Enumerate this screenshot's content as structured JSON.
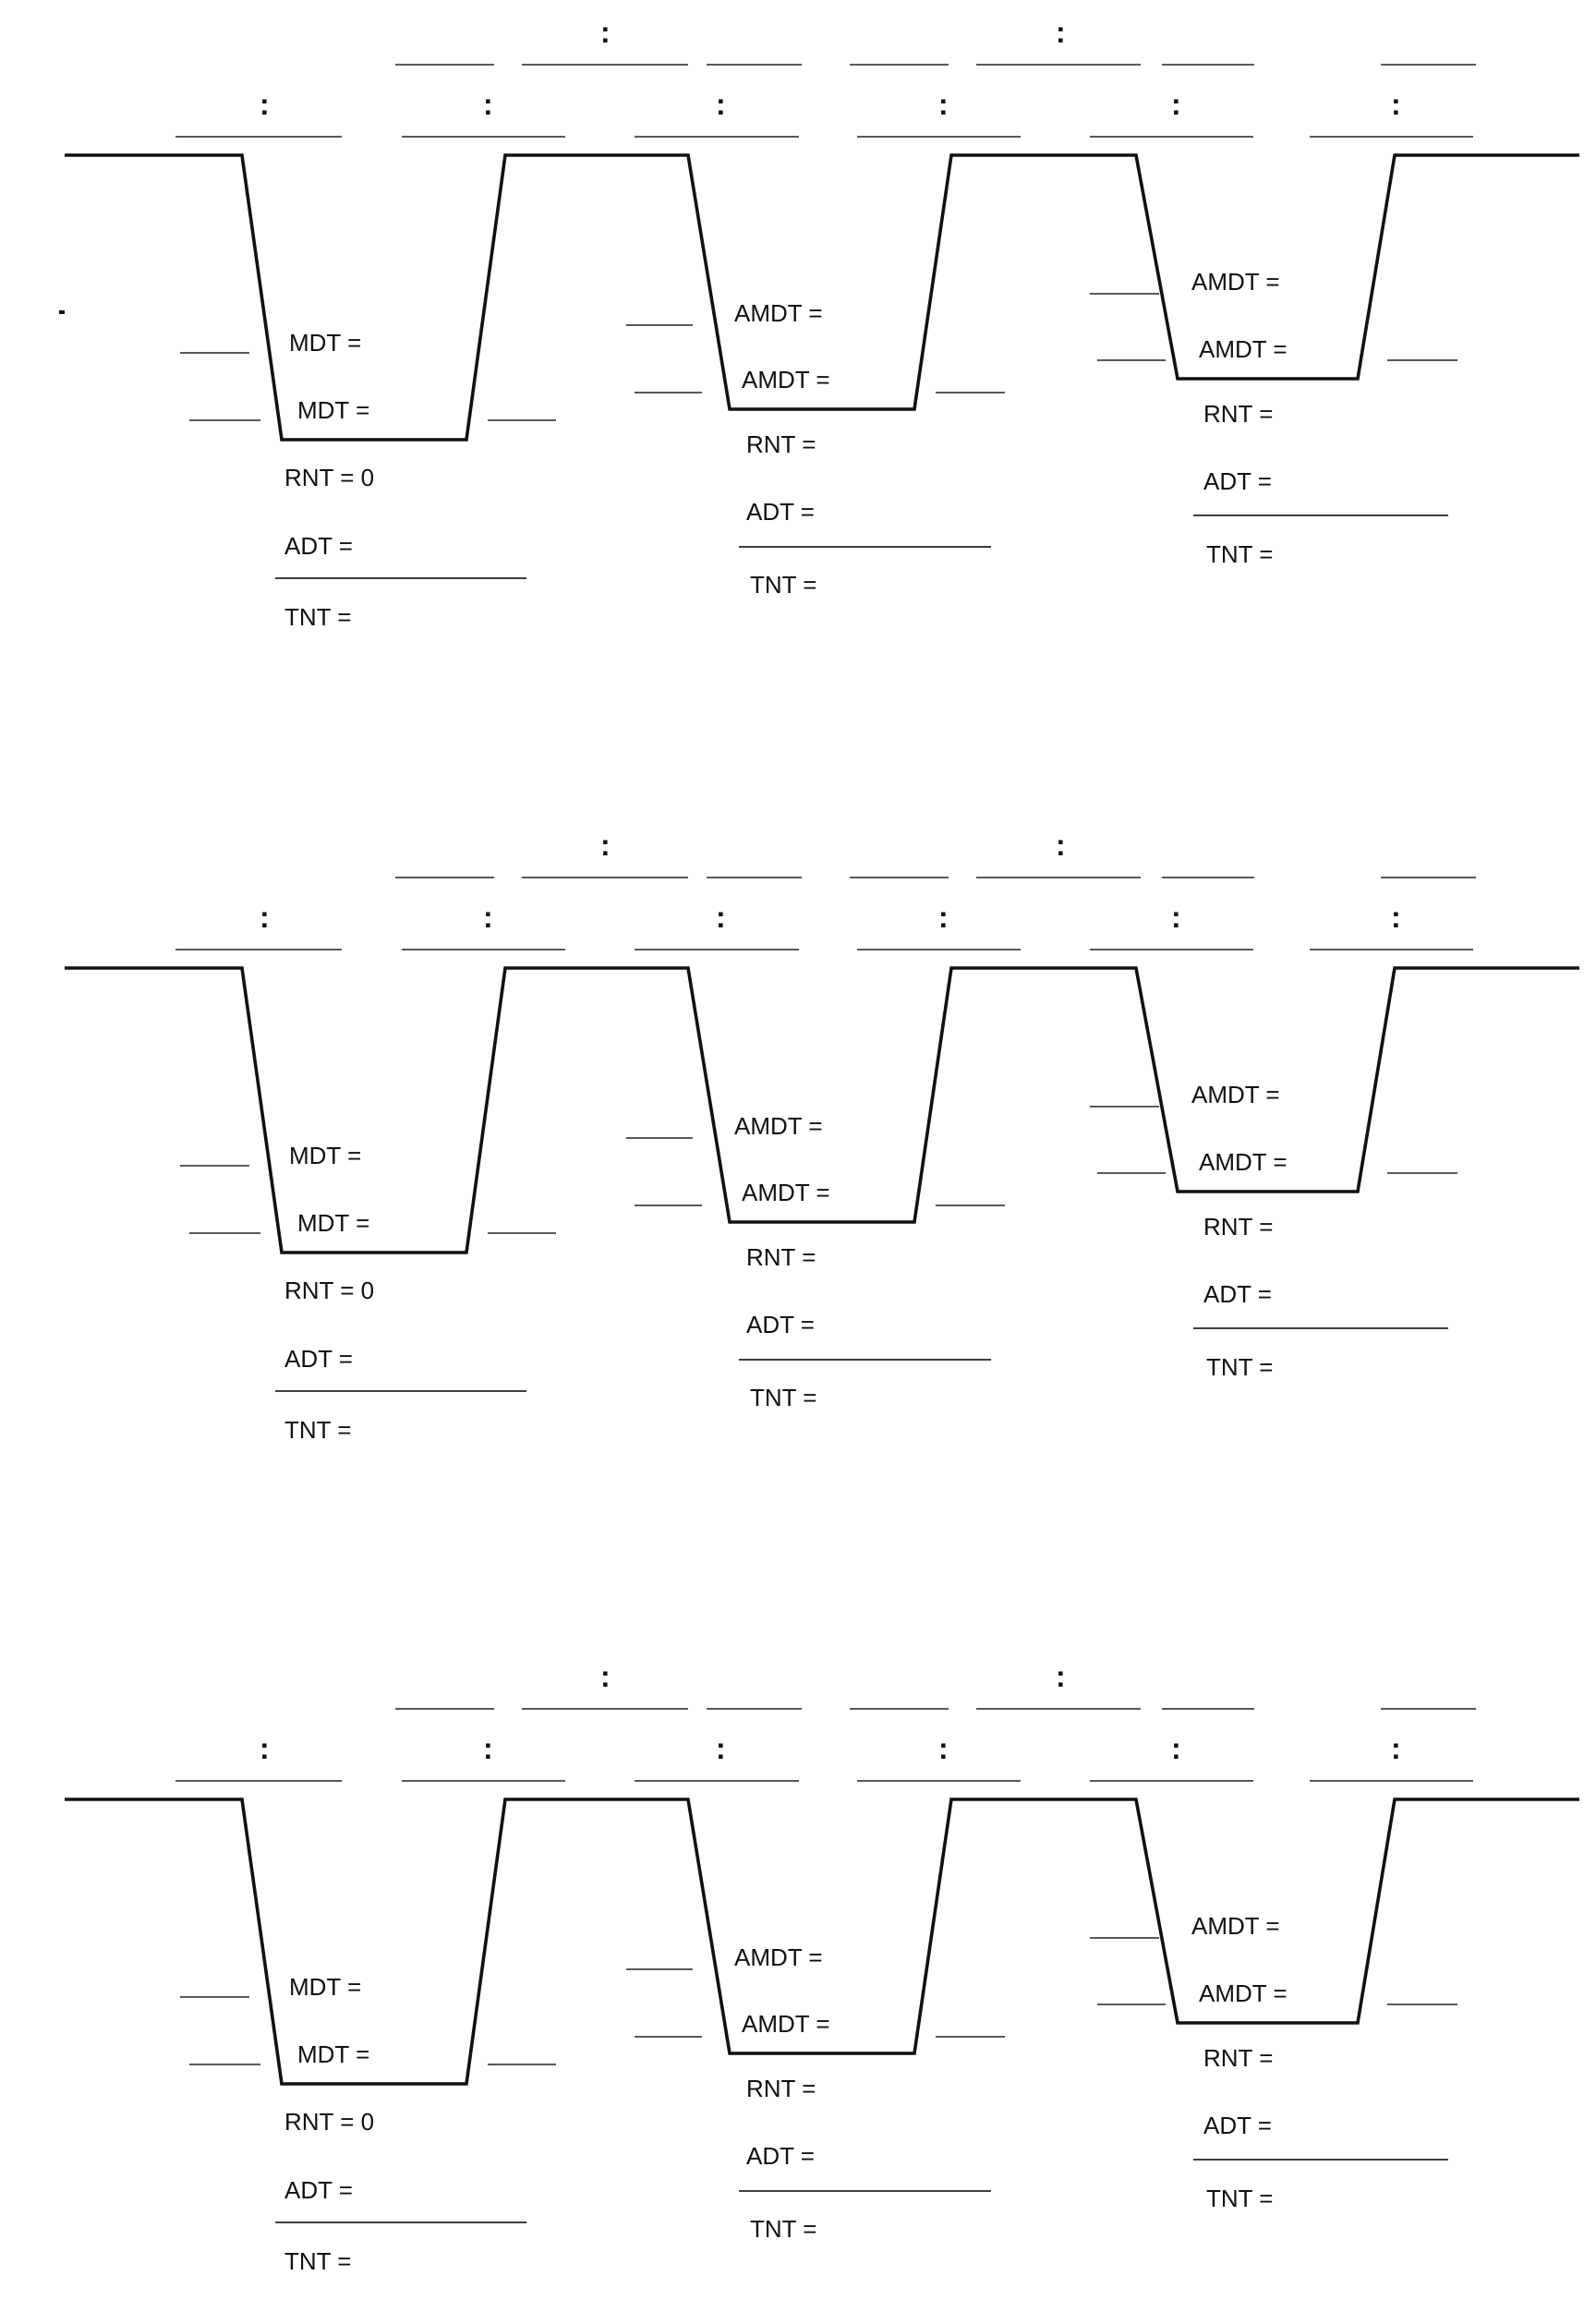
{
  "diagram": {
    "description_labels": {
      "mdt": "MDT =",
      "amdt": "AMDT =",
      "rnt": "RNT =",
      "rnt_first": "RNT = 0",
      "adt": "ADT =",
      "tnt": "TNT ="
    },
    "time_separator": ":",
    "panels": [
      {
        "dives": [
          {
            "level_labels": [
              "MDT =",
              "MDT ="
            ],
            "summary": [
              "RNT = 0",
              "ADT =",
              "TNT ="
            ]
          },
          {
            "level_labels": [
              "AMDT =",
              "AMDT ="
            ],
            "summary": [
              "RNT =",
              "ADT =",
              "TNT ="
            ]
          },
          {
            "level_labels": [
              "AMDT =",
              "AMDT ="
            ],
            "summary": [
              "RNT =",
              "ADT =",
              "TNT ="
            ]
          }
        ]
      },
      {
        "dives": [
          {
            "level_labels": [
              "MDT =",
              "MDT ="
            ],
            "summary": [
              "RNT = 0",
              "ADT =",
              "TNT ="
            ]
          },
          {
            "level_labels": [
              "AMDT =",
              "AMDT ="
            ],
            "summary": [
              "RNT =",
              "ADT =",
              "TNT ="
            ]
          },
          {
            "level_labels": [
              "AMDT =",
              "AMDT ="
            ],
            "summary": [
              "RNT =",
              "ADT =",
              "TNT ="
            ]
          }
        ]
      },
      {
        "dives": [
          {
            "level_labels": [
              "MDT =",
              "MDT ="
            ],
            "summary": [
              "RNT = 0",
              "ADT =",
              "TNT ="
            ]
          },
          {
            "level_labels": [
              "AMDT =",
              "AMDT ="
            ],
            "summary": [
              "RNT =",
              "ADT =",
              "TNT ="
            ]
          },
          {
            "level_labels": [
              "AMDT =",
              "AMDT ="
            ],
            "summary": [
              "RNT =",
              "ADT =",
              "TNT ="
            ]
          }
        ]
      }
    ]
  }
}
